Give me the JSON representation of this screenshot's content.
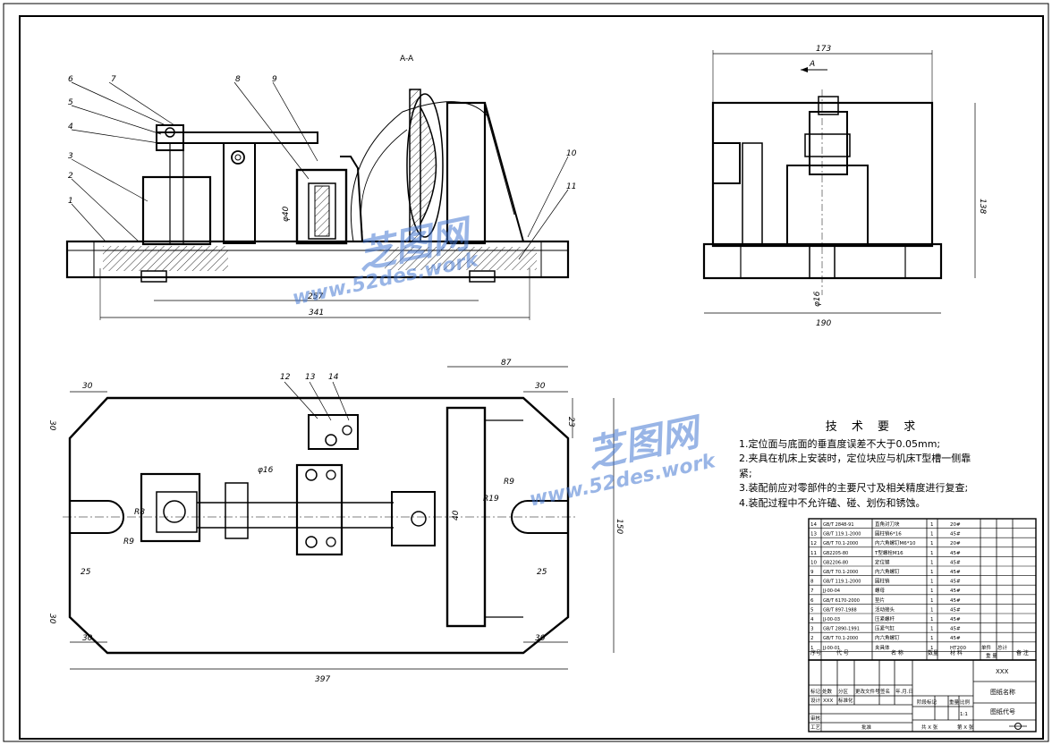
{
  "section_label": "A-A",
  "view_arrow_label": "A",
  "part_callouts": [
    "1",
    "2",
    "3",
    "4",
    "5",
    "6",
    "7",
    "8",
    "9",
    "10",
    "11",
    "12",
    "13",
    "14"
  ],
  "dimensions": {
    "front_257": "257",
    "front_341": "341",
    "front_phi": "φ40",
    "side_173": "173",
    "side_138": "138",
    "side_190": "190",
    "side_phi": "φ16",
    "top_87": "87",
    "top_30a": "30",
    "top_30b": "30",
    "top_30c": "30",
    "top_30d": "30",
    "top_30e": "30",
    "top_30f": "30",
    "top_23": "23",
    "top_25a": "25",
    "top_25b": "25",
    "top_R9": "R9",
    "top_R19": "R19",
    "top_R8": "R8",
    "top_R9b": "R9",
    "top_40": "40",
    "top_150": "150",
    "top_397": "397",
    "top_phi": "φ16"
  },
  "tech_requirements": {
    "title": "技 术 要 求",
    "items": [
      "1.定位面与底面的垂直度误差不大于0.05mm;",
      "2.夹具在机床上安装时，定位块应与机床T型槽一侧靠紧;",
      "3.装配前应对零部件的主要尺寸及相关精度进行复查;",
      "4.装配过程中不允许磕、碰、划伤和锈蚀。"
    ]
  },
  "bom": {
    "rows": [
      {
        "no": "14",
        "code": "GB/T 2848-91",
        "name": "直角对刀块",
        "qty": "1",
        "mat": "20#"
      },
      {
        "no": "13",
        "code": "GB/T 119.1-2000",
        "name": "圆柱销6*16",
        "qty": "1",
        "mat": "45#"
      },
      {
        "no": "12",
        "code": "GB/T 70.1-2000",
        "name": "内六角螺钉M6*10",
        "qty": "1",
        "mat": "20#"
      },
      {
        "no": "11",
        "code": "GB2205-80",
        "name": "T型螺栓M16",
        "qty": "1",
        "mat": "45#"
      },
      {
        "no": "10",
        "code": "GB2206-80",
        "name": "定位键",
        "qty": "1",
        "mat": "45#"
      },
      {
        "no": "9",
        "code": "GB/T 70.1-2000",
        "name": "内六角螺钉",
        "qty": "1",
        "mat": "45#"
      },
      {
        "no": "8",
        "code": "GB/T 119.1-2000",
        "name": "圆柱销",
        "qty": "1",
        "mat": "45#"
      },
      {
        "no": "7",
        "code": "JJ-00-04",
        "name": "螺母",
        "qty": "1",
        "mat": "45#"
      },
      {
        "no": "6",
        "code": "GB/T 6170-2000",
        "name": "垫片",
        "qty": "1",
        "mat": "45#"
      },
      {
        "no": "5",
        "code": "GB/T 897-1988",
        "name": "活动接头",
        "qty": "1",
        "mat": "45#"
      },
      {
        "no": "4",
        "code": "JJ-00-03",
        "name": "压紧螺杆",
        "qty": "1",
        "mat": "45#"
      },
      {
        "no": "3",
        "code": "GB/T 2890-1991",
        "name": "压紧气缸",
        "qty": "1",
        "mat": "45#"
      },
      {
        "no": "2",
        "code": "GB/T 70.1-2000",
        "name": "内六角螺钉",
        "qty": "1",
        "mat": "45#"
      },
      {
        "no": "1",
        "code": "JJ-00-01",
        "name": "夹具体",
        "qty": "1",
        "mat": "HT200"
      }
    ],
    "header": {
      "no": "序号",
      "code": "代 号",
      "name": "名 称",
      "qty": "数量",
      "mat": "材 料",
      "unit_w": "单件",
      "total_w": "总计",
      "weight": "重 量",
      "remark": "备 注"
    }
  },
  "title_block": {
    "company": "XXX",
    "drawing_name": "图纸名称",
    "drawing_code": "图纸代号",
    "stage_mark": "阶段标记",
    "weight": "重量",
    "scale": "比例",
    "scale_value": "1:1",
    "sheets": "共 X 张",
    "sheet_no": "第 X 张",
    "mark": "标记",
    "count": "处数",
    "zone": "分区",
    "change_doc": "更改文件号",
    "signature": "签名",
    "date": "年.月.日",
    "design": "设计",
    "designer": "XXX",
    "standardize": "标准化",
    "review": "审核",
    "process": "工艺",
    "approve": "批准"
  },
  "watermark": {
    "brand": "芝图网",
    "url": "www.52des.work"
  }
}
